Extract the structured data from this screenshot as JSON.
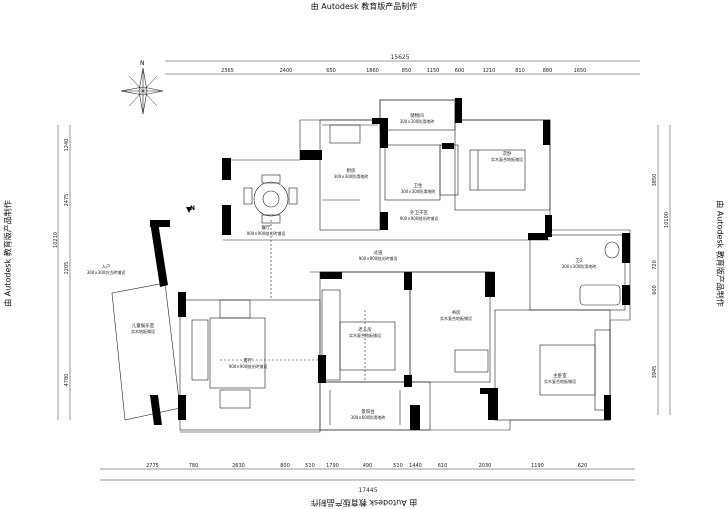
{
  "watermark": "由 Autodesk 教育版产品制作",
  "north_label": "N",
  "dims": {
    "top_total": "15625",
    "top": [
      "2365",
      "2400",
      "650",
      "1860",
      "850",
      "1150",
      "600",
      "1210",
      "810",
      "880",
      "1650"
    ],
    "bottom_total": "17445",
    "bottom": [
      "2775",
      "780",
      "2630",
      "800",
      "510",
      "1790",
      "490",
      "510",
      "1440",
      "610",
      "2030",
      "1190",
      "620"
    ],
    "left": [
      "1240",
      "2475",
      "2205",
      "10210",
      "4780"
    ],
    "right": [
      "3850",
      "10100",
      "720",
      "600",
      "3945"
    ]
  },
  "rooms": [
    {
      "name": "储物间",
      "floor": "300×300防滑地砖"
    },
    {
      "name": "次卧",
      "floor": "实木复合地板铺设"
    },
    {
      "name": "厨房",
      "floor": "300×300防滑地砖"
    },
    {
      "name": "卫生",
      "floor": "300×300防滑地砖"
    },
    {
      "name": "餐厅",
      "floor": "900×900抛光砖铺设"
    },
    {
      "name": "外卫干区",
      "floor": "900×900抛光砖铺设"
    },
    {
      "name": "过道",
      "floor": "900×900抛光砖铺设"
    },
    {
      "name": "入户",
      "floor": "300×300仿古砖铺设"
    },
    {
      "name": "卫2",
      "floor": "300×300防滑地砖"
    },
    {
      "name": "儿童娱乐室",
      "floor": "实木地板铺设"
    },
    {
      "name": "老人房",
      "floor": "实木复合地板铺设"
    },
    {
      "name": "书房",
      "floor": "实木复合地板铺设"
    },
    {
      "name": "客厅",
      "floor": "900×900抛光砖铺设"
    },
    {
      "name": "主卧室",
      "floor": "实木复合地板铺设"
    },
    {
      "name": "景阳台",
      "floor": "300×600防滑地砖"
    }
  ],
  "colors": {
    "wall": "#000000",
    "line": "#222222",
    "dim": "#333333",
    "paper": "#ffffff"
  }
}
